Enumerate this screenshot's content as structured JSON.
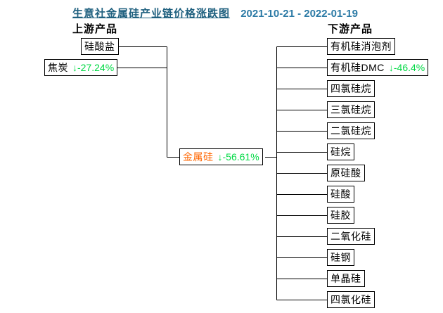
{
  "title": {
    "text": "生意社金属硅产业链价格涨跌图",
    "date_range": "2021-10-21 - 2022-01-19"
  },
  "colors": {
    "title_color": "#1f607f",
    "date_color": "#2d7ba6",
    "down_green": "#00d944",
    "center_orange": "#ff6600",
    "line_color": "#000000",
    "bg": "#ffffff"
  },
  "upstream": {
    "label": "上游产品",
    "items": [
      {
        "label": "硅酸盐",
        "change": ""
      },
      {
        "label": "焦炭",
        "change": "↓-27.24%"
      }
    ]
  },
  "center": {
    "label": "金属硅",
    "change": "↓-56.61%"
  },
  "downstream": {
    "label": "下游产品",
    "items": [
      {
        "label": "有机硅消泡剂",
        "change": ""
      },
      {
        "label": "有机硅DMC",
        "change": "↓-46.4%"
      },
      {
        "label": "四氯硅烷",
        "change": ""
      },
      {
        "label": "三氯硅烷",
        "change": ""
      },
      {
        "label": "二氯硅烷",
        "change": ""
      },
      {
        "label": "硅烷",
        "change": ""
      },
      {
        "label": "原硅酸",
        "change": ""
      },
      {
        "label": "硅酸",
        "change": ""
      },
      {
        "label": "硅胶",
        "change": ""
      },
      {
        "label": "二氧化硅",
        "change": ""
      },
      {
        "label": "硅钢",
        "change": ""
      },
      {
        "label": "单晶硅",
        "change": ""
      },
      {
        "label": "四氯化硅",
        "change": ""
      }
    ]
  }
}
